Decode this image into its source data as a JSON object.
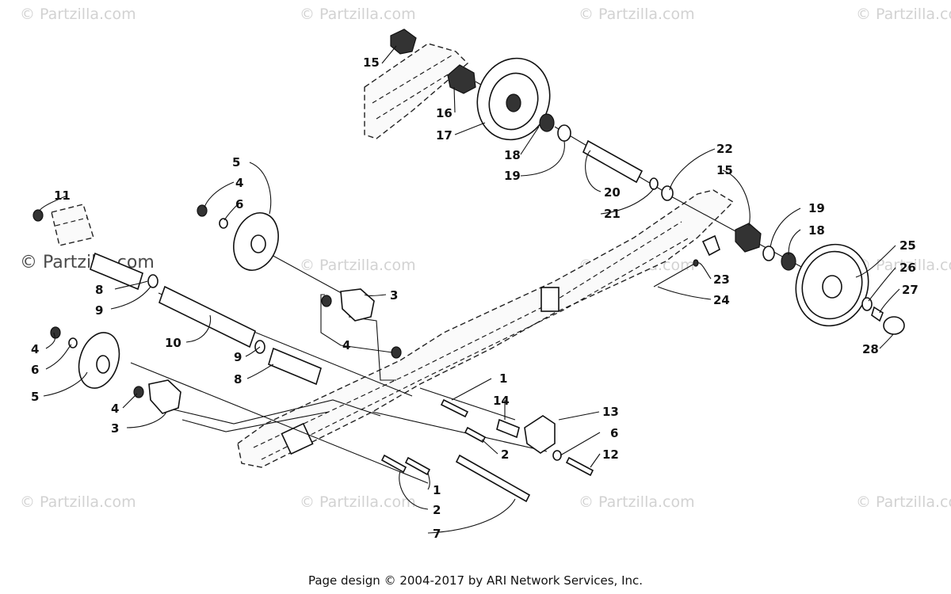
{
  "watermark": {
    "text": "© Partzilla.com",
    "text_dark": "© Partzilla.com"
  },
  "footer": {
    "text": "Page design © 2004-2017 by ARI Network Services, Inc."
  },
  "callouts": [
    {
      "id": "c15a",
      "label": "15"
    },
    {
      "id": "c16",
      "label": "16"
    },
    {
      "id": "c17",
      "label": "17"
    },
    {
      "id": "c18a",
      "label": "18"
    },
    {
      "id": "c19a",
      "label": "19"
    },
    {
      "id": "c20",
      "label": "20"
    },
    {
      "id": "c21",
      "label": "21"
    },
    {
      "id": "c22",
      "label": "22"
    },
    {
      "id": "c15b",
      "label": "15"
    },
    {
      "id": "c19b",
      "label": "19"
    },
    {
      "id": "c18b",
      "label": "18"
    },
    {
      "id": "c25",
      "label": "25"
    },
    {
      "id": "c26",
      "label": "26"
    },
    {
      "id": "c27",
      "label": "27"
    },
    {
      "id": "c28",
      "label": "28"
    },
    {
      "id": "c23",
      "label": "23"
    },
    {
      "id": "c24",
      "label": "24"
    },
    {
      "id": "c5a",
      "label": "5"
    },
    {
      "id": "c4a",
      "label": "4"
    },
    {
      "id": "c6a",
      "label": "6"
    },
    {
      "id": "c11",
      "label": "11"
    },
    {
      "id": "c8a",
      "label": "8"
    },
    {
      "id": "c9a",
      "label": "9"
    },
    {
      "id": "c3a",
      "label": "3"
    },
    {
      "id": "c10",
      "label": "10"
    },
    {
      "id": "c4b",
      "label": "4"
    },
    {
      "id": "c9b",
      "label": "9"
    },
    {
      "id": "c8b",
      "label": "8"
    },
    {
      "id": "c4c",
      "label": "4"
    },
    {
      "id": "c6b",
      "label": "6"
    },
    {
      "id": "c5b",
      "label": "5"
    },
    {
      "id": "c4d",
      "label": "4"
    },
    {
      "id": "c3b",
      "label": "3"
    },
    {
      "id": "c1a",
      "label": "1"
    },
    {
      "id": "c14",
      "label": "14"
    },
    {
      "id": "c13",
      "label": "13"
    },
    {
      "id": "c6c",
      "label": "6"
    },
    {
      "id": "c12",
      "label": "12"
    },
    {
      "id": "c2a",
      "label": "2"
    },
    {
      "id": "c1b",
      "label": "1"
    },
    {
      "id": "c2b",
      "label": "2"
    },
    {
      "id": "c7",
      "label": "7"
    }
  ]
}
